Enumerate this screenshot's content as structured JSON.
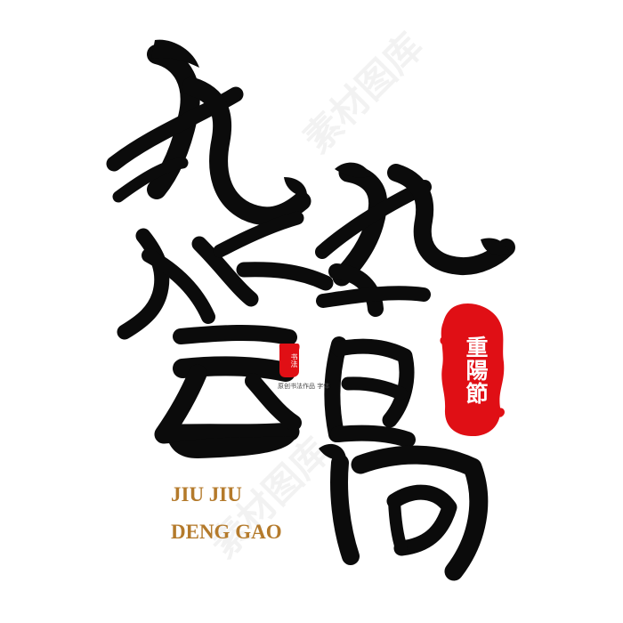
{
  "title_characters": [
    "九",
    "九",
    "登",
    "高"
  ],
  "stamp": {
    "text": "重陽節",
    "color": "#e00f15"
  },
  "small_seal": {
    "text": "书法",
    "credit": "原创书法作品 字体"
  },
  "romanization": {
    "line_1": "JIU JIU",
    "line_2": "DENG GAO",
    "color": "#b47a2b"
  },
  "watermark": {
    "text": "素材图库",
    "color": "#000000"
  },
  "colors": {
    "ink": "#0b0b0b",
    "background": "#ffffff",
    "red_seal": "#e00f15"
  }
}
